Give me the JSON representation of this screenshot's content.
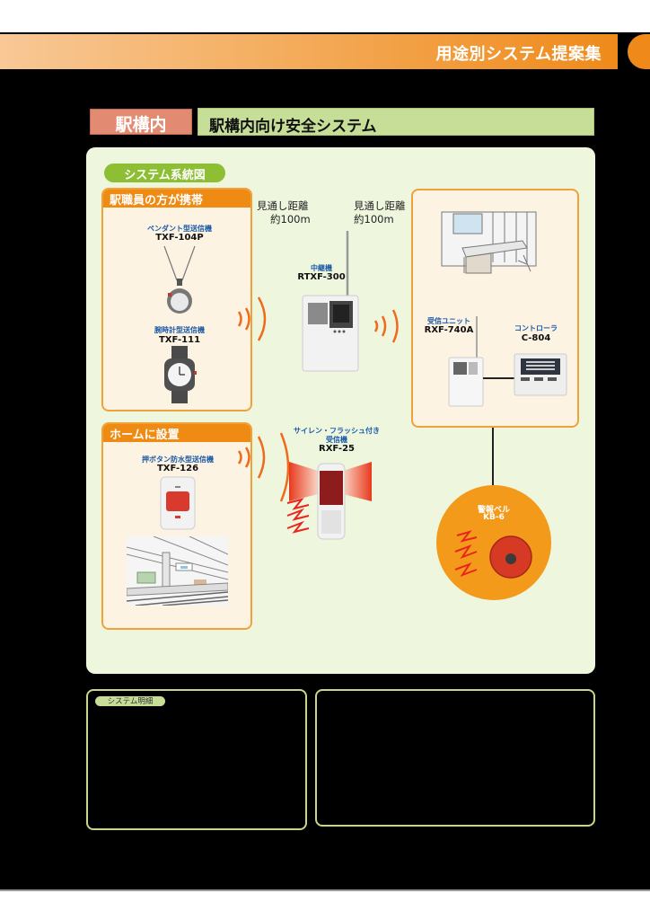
{
  "header": {
    "title": "用途別システム提案集",
    "accent_color": "#ef8a1a"
  },
  "section": {
    "tag": "駅構内",
    "title": "駅構内向け安全システム"
  },
  "diagram": {
    "heading": "システム系統図",
    "groups": {
      "staff": {
        "title": "駅職員の方が携帯",
        "devices": [
          {
            "type": "ペンダント型送信機",
            "model": "TXF-104P"
          },
          {
            "type": "腕時計型送信機",
            "model": "TXF-111"
          }
        ]
      },
      "platform": {
        "title": "ホームに設置",
        "devices": [
          {
            "type": "押ボタン防水型送信機",
            "model": "TXF-126"
          }
        ]
      },
      "office": {
        "devices": [
          {
            "type": "受信ユニット",
            "model": "RXF-740A"
          },
          {
            "type": "コントローラ",
            "model": "C-804"
          }
        ]
      }
    },
    "distances": [
      {
        "line1": "見通し距離",
        "line2": "約100m"
      },
      {
        "line1": "見通し距離",
        "line2": "約100m"
      }
    ],
    "repeater": {
      "type": "中継機",
      "model": "RTXF-300"
    },
    "siren": {
      "type_line1": "サイレン・フラッシュ付き",
      "type_line2": "受信機",
      "model": "RXF-25"
    },
    "bell": {
      "type": "警報ベル",
      "model": "KB-6"
    }
  },
  "details": {
    "label": "システム明細"
  }
}
